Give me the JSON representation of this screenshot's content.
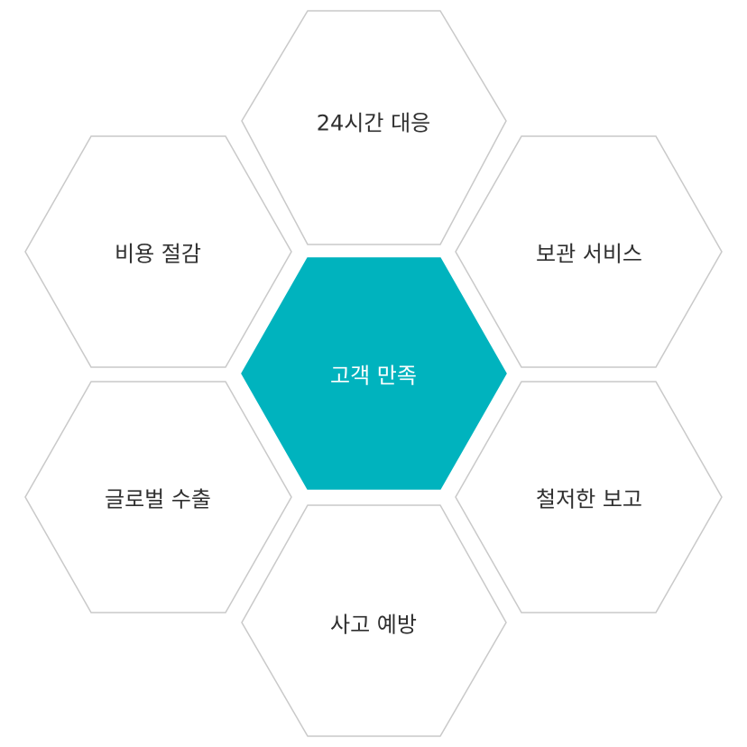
{
  "diagram": {
    "center": {
      "label": "고객 만족",
      "color": "#00b3be"
    },
    "top": {
      "label": "24시간 대응"
    },
    "upper_left": {
      "label": "비용 절감"
    },
    "upper_right": {
      "label": "보관 서비스"
    },
    "lower_left": {
      "label": "글로벌 수출"
    },
    "lower_right": {
      "label": "철저한 보고"
    },
    "bottom": {
      "label": "사고 예방"
    }
  }
}
